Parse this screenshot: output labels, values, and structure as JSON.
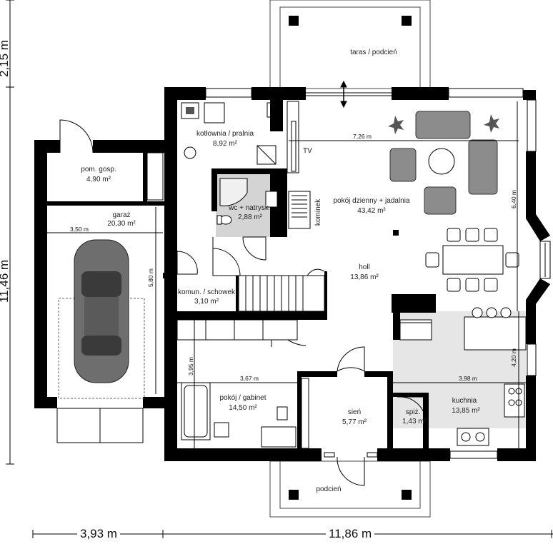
{
  "overall": {
    "height": "11,46 m",
    "terrace_depth": "2,15 m",
    "garage_width": "3,93 m",
    "house_width": "11,86 m"
  },
  "rooms": {
    "taras": {
      "name": "taras / podcień"
    },
    "kotlownia": {
      "name": "kotłownia / pralnia",
      "area": "8,92 m²"
    },
    "pom_gosp": {
      "name": "pom. gosp.",
      "area": "4,90 m²"
    },
    "garaz": {
      "name": "garaż",
      "area": "20,30 m²"
    },
    "wc": {
      "name": "wc + natrysk",
      "area": "2,88 m²"
    },
    "dzienny": {
      "name": "pokój dzienny + jadalnia",
      "area": "43,42 m²"
    },
    "holl": {
      "name": "holl",
      "area": "13,86 m²"
    },
    "komun": {
      "name": "komun. / schowek",
      "area": "3,10 m²"
    },
    "gabinet": {
      "name": "pokój / gabinet",
      "area": "14,50 m²"
    },
    "sien": {
      "name": "sień",
      "area": "5,77 m²"
    },
    "kuchnia": {
      "name": "kuchnia",
      "area": "13,85 m²"
    },
    "spiz": {
      "name": "spiż.",
      "area": "1,43 m²"
    },
    "podcien": {
      "name": "podcień"
    }
  },
  "labels": {
    "tv": "TV",
    "kominek": "kominek"
  },
  "dims": {
    "living_width": "7,26 m",
    "living_depth": "6,40 m",
    "garage_inner_w": "3,50 m",
    "garage_inner_d": "5,80 m",
    "gabinet_w": "3,67 m",
    "gabinet_d": "3,95 m",
    "kitchen_w": "3,98 m",
    "kitchen_d": "4,20 m"
  },
  "colors": {
    "wall": "#000000",
    "furniture_fill": "#8c8c8c",
    "floor_tile": "#d4d4d4",
    "kitchen_floor": "#e6e6e6"
  }
}
